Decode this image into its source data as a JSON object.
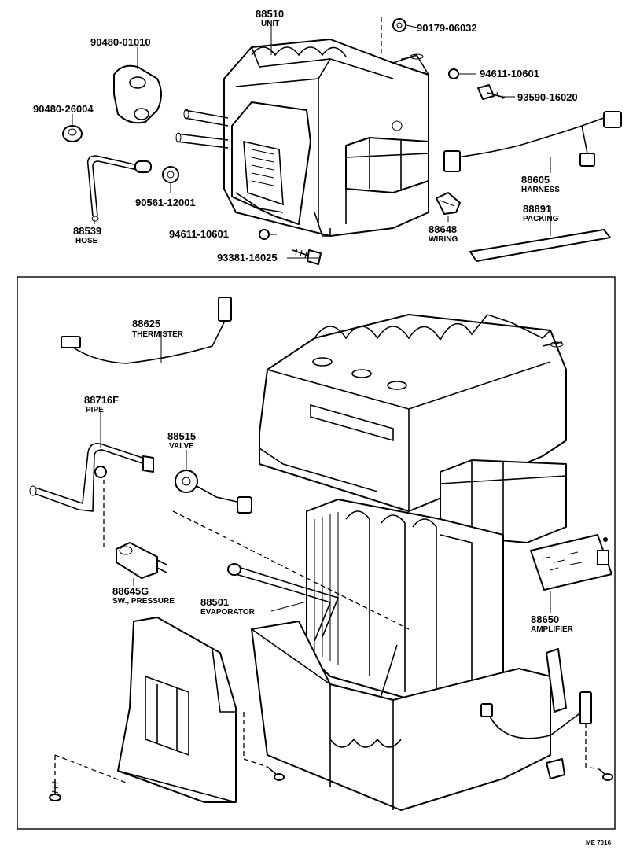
{
  "drawing_code": "ME 7016",
  "parts": [
    {
      "id": "unit",
      "number": "88510",
      "name": "UNIT"
    },
    {
      "id": "p90179",
      "number": "90179-06032",
      "name": ""
    },
    {
      "id": "p90480a",
      "number": "90480-01010",
      "name": ""
    },
    {
      "id": "p94611a",
      "number": "94611-10601",
      "name": ""
    },
    {
      "id": "p93590",
      "number": "93590-16020",
      "name": ""
    },
    {
      "id": "p90480b",
      "number": "90480-26004",
      "name": ""
    },
    {
      "id": "harness",
      "number": "88605",
      "name": "HARNESS"
    },
    {
      "id": "p90561",
      "number": "90561-12001",
      "name": ""
    },
    {
      "id": "packing",
      "number": "88891",
      "name": "PACKING"
    },
    {
      "id": "hose",
      "number": "88539",
      "name": "HOSE"
    },
    {
      "id": "p94611b",
      "number": "94611-10601",
      "name": ""
    },
    {
      "id": "wiring",
      "number": "88648",
      "name": "WIRING"
    },
    {
      "id": "p93381",
      "number": "93381-16025",
      "name": ""
    },
    {
      "id": "thermister",
      "number": "88625",
      "name": "THERMISTER"
    },
    {
      "id": "pipe",
      "number": "88716F",
      "name": "PIPE"
    },
    {
      "id": "valve",
      "number": "88515",
      "name": "VALVE"
    },
    {
      "id": "switch",
      "number": "88645G",
      "name": "SW., PRESSURE"
    },
    {
      "id": "evaporator",
      "number": "88501",
      "name": "EVAPORATOR"
    },
    {
      "id": "amplifier",
      "number": "88650",
      "name": "AMPLIFIER"
    }
  ]
}
